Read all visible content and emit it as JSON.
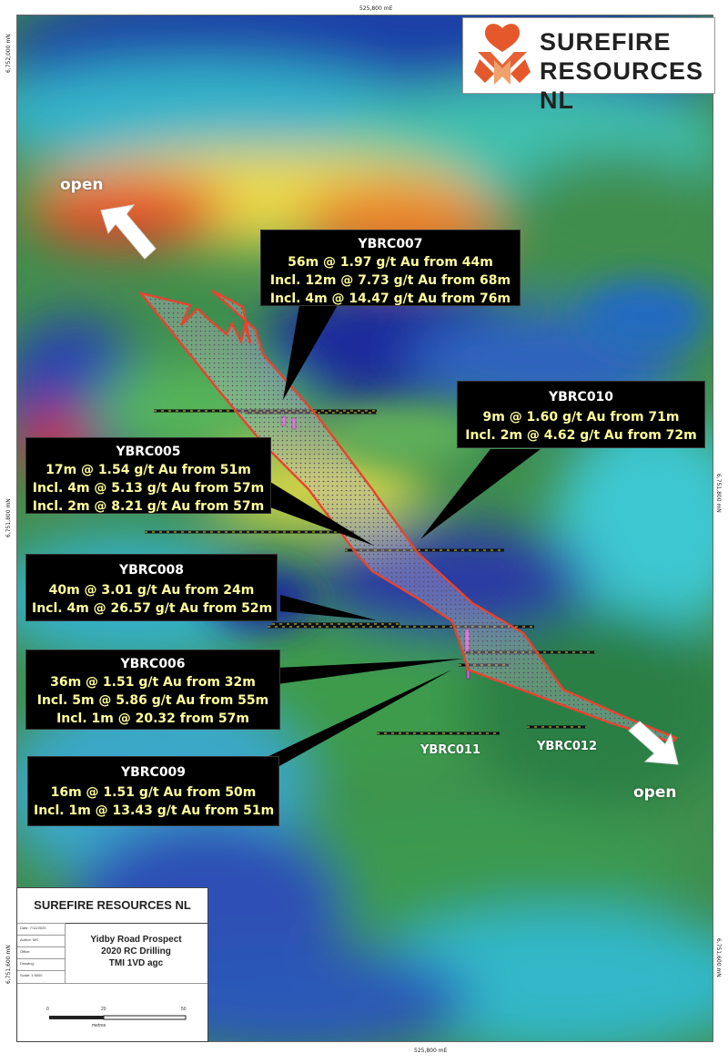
{
  "company": {
    "logo_text": "SUREFIRE\nRESOURCES NL",
    "brand_color": "#e5582b"
  },
  "map": {
    "coordinates": {
      "top": "525,800 mE",
      "bottom": "525,800 mE",
      "left_top": "6,752,000 mN",
      "left_mid": "6,751,800 mN",
      "left_bottom": "6,751,600 mN",
      "right_mid": "6,751,800 mN",
      "right_bottom": "6,751,600 mN"
    },
    "open_labels": [
      "open",
      "open"
    ],
    "hole_labels": [
      "YBRC011",
      "YBRC012"
    ],
    "outline_color": "#e8432f"
  },
  "callouts": [
    {
      "hole": "YBRC007",
      "lines": [
        "56m @ 1.97 g/t Au from 44m",
        "Incl. 12m @ 7.73 g/t Au from 68m",
        "Incl. 4m @ 14.47 g/t Au from 76m"
      ]
    },
    {
      "hole": "YBRC010",
      "lines": [
        "9m @ 1.60 g/t Au from 71m",
        "Incl. 2m @ 4.62 g/t Au from 72m"
      ]
    },
    {
      "hole": "YBRC005",
      "lines": [
        "17m @ 1.54 g/t Au from 51m",
        "Incl. 4m @ 5.13 g/t Au from 57m",
        "Incl. 2m @ 8.21 g/t Au from 57m"
      ]
    },
    {
      "hole": "YBRC008",
      "lines": [
        "40m @ 3.01 g/t Au from 24m",
        "Incl. 4m @ 26.57 g/t Au from 52m"
      ]
    },
    {
      "hole": "YBRC006",
      "lines": [
        "36m @ 1.51 g/t Au from 32m",
        "Incl. 5m  @ 5.86 g/t Au from 55m",
        "Incl. 1m @ 20.32 from 57m"
      ]
    },
    {
      "hole": "YBRC009",
      "lines": [
        "16m @ 1.51 g/t Au from 50m",
        "Incl. 1m @ 13.43 g/t Au from 51m"
      ]
    }
  ],
  "title_block": {
    "company": "SUREFIRE RESOURCES NL",
    "title_lines": [
      "Yidby Road Prospect",
      "2020 RC Drilling",
      "TMI 1VD agc"
    ],
    "rows": [
      "Date: 7/12/2020",
      "Author: MS",
      "Office:",
      "Drawing:",
      "Scale: 1:5000"
    ],
    "scale_ticks": [
      "0",
      "20",
      "50"
    ],
    "scale_unit": "metres"
  }
}
